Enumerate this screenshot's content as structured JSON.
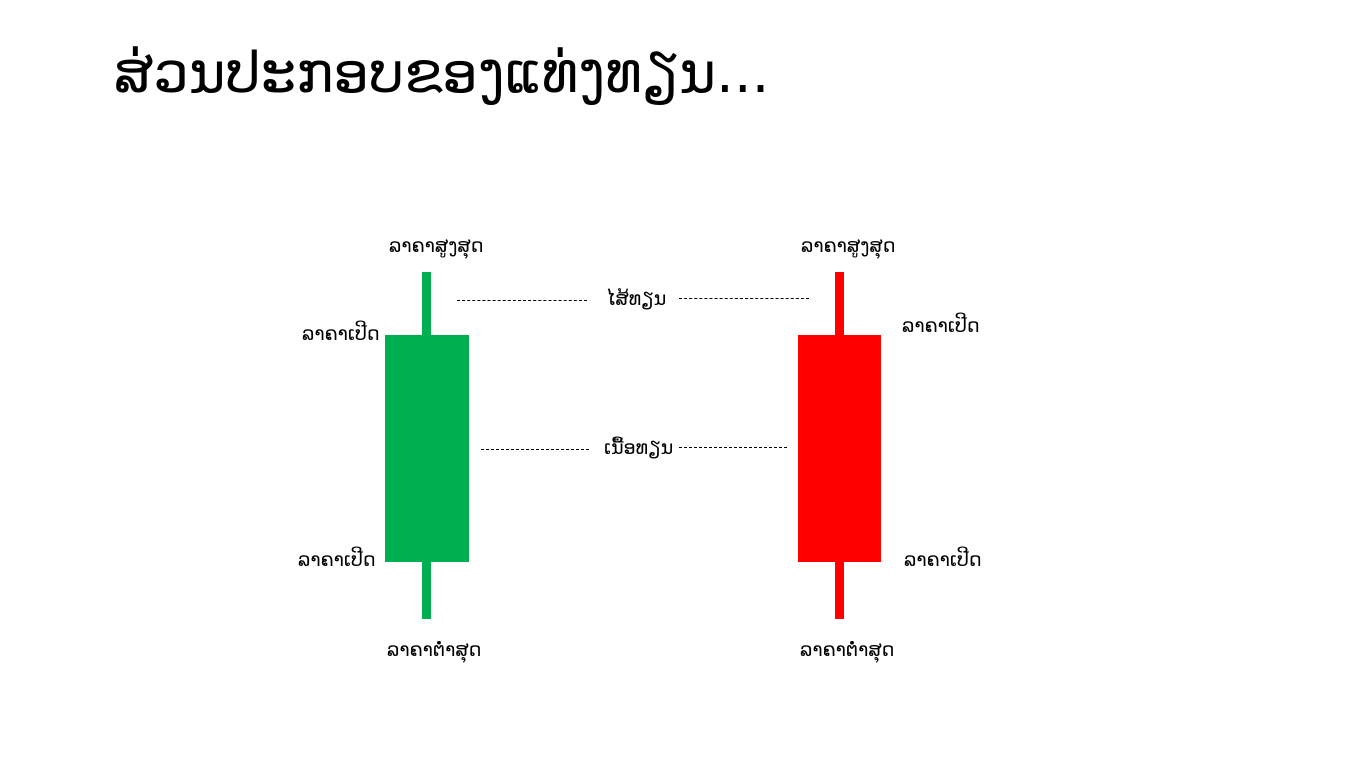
{
  "title": "ສ່ວນປະກອບຂອງແທ່ງທຽນ...",
  "colors": {
    "bullish": "#00B050",
    "bearish": "#FF0000",
    "background": "#FFFFFF",
    "text": "#000000"
  },
  "green_candle": {
    "high_label": "ລາຄາສູງສຸດ",
    "open_label_top": "ລາຄາເປີດ",
    "open_label_bottom": "ລາຄາເປີດ",
    "low_label": "ລາຄາຕ່ຳສຸດ"
  },
  "red_candle": {
    "high_label": "ລາຄາສູງສຸດ",
    "open_label_top": "ລາຄາເປີດ",
    "open_label_bottom": "ລາຄາເປີດ",
    "low_label": "ລາຄາຕ່ຳສຸດ"
  },
  "annotations": {
    "wick": "ໄສ້ທຽນ",
    "body": "ເນື້ອທຽນ"
  }
}
